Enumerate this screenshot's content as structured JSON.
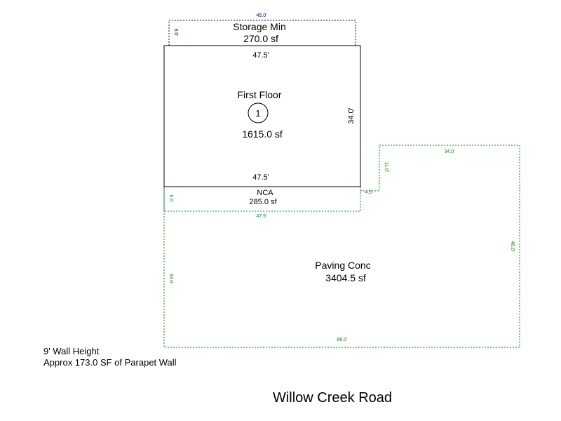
{
  "areas": {
    "storage": {
      "name": "Storage Min",
      "area": "270.0 sf",
      "dim_top": "45.0'",
      "dim_left": "6.0'",
      "color": "#000080"
    },
    "first_floor": {
      "name": "First Floor",
      "marker": "1",
      "area": "1615.0 sf",
      "dim_top": "47.5'",
      "dim_bottom": "47.5'",
      "dim_right": "34.0'",
      "color": "#000000"
    },
    "nca": {
      "name": "NCA",
      "area": "285.0 sf",
      "dim_left": "6.0'",
      "dim_bottom": "47.5'",
      "color": "#008080"
    },
    "paving": {
      "name": "Paving Conc",
      "area": "3404.5 sf",
      "dim_top": "34.0'",
      "dim_step_vert": "11.0'",
      "dim_step_horiz": "4.5'",
      "dim_right": "40.0'",
      "dim_left": "33.0'",
      "dim_bottom": "86.0'",
      "color": "#009000"
    }
  },
  "notes": {
    "wall_height": "9' Wall Height",
    "parapet": "Approx 173.0 SF of Parapet Wall"
  },
  "street": "Willow Creek Road"
}
